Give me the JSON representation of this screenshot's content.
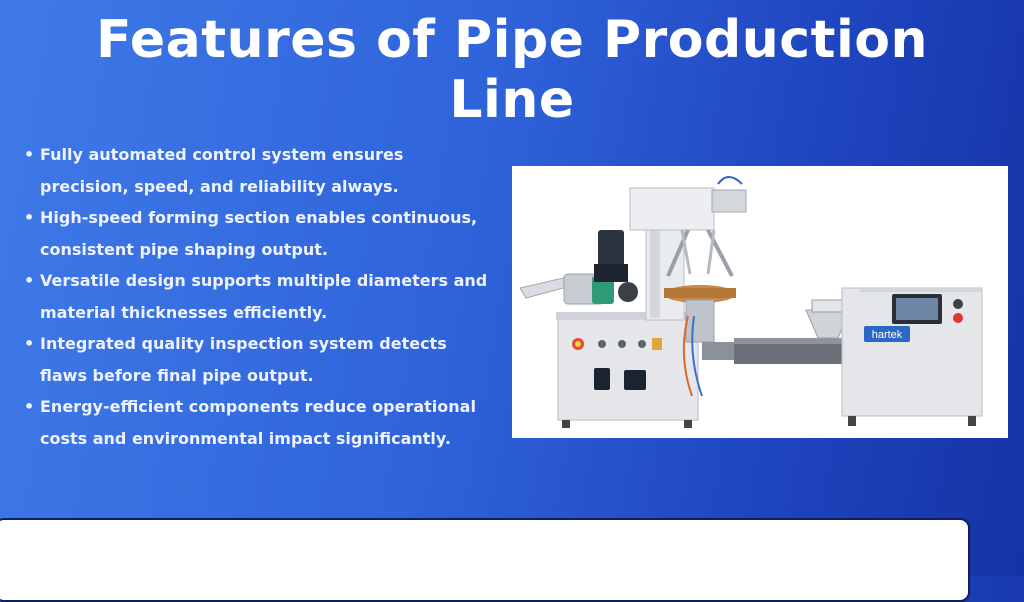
{
  "slide": {
    "title": "Features of Pipe Production Line",
    "bullets": [
      "Fully automated control system ensures precision, speed, and reliability always.",
      "High-speed forming section enables continuous, consistent pipe shaping output.",
      "Versatile design supports multiple diameters and material thicknesses efficiently.",
      "Integrated quality inspection system detects flaws before final pipe output.",
      "Energy-efficient components reduce operational costs and environmental impact significantly."
    ],
    "bullet_glyph": "•"
  },
  "image": {
    "brand_plate": "hartek",
    "colors": {
      "machine_body": "#e4e6ea",
      "machine_shadow": "#b9bdc4",
      "motor": "#2b3340",
      "copper": "#c58a4a",
      "screen": "#6f87a5",
      "brand_plate": "#2a68c4"
    }
  },
  "theme": {
    "background_start": "#3f7ae8",
    "background_end": "#1533a4",
    "card_border": "#10205a"
  }
}
